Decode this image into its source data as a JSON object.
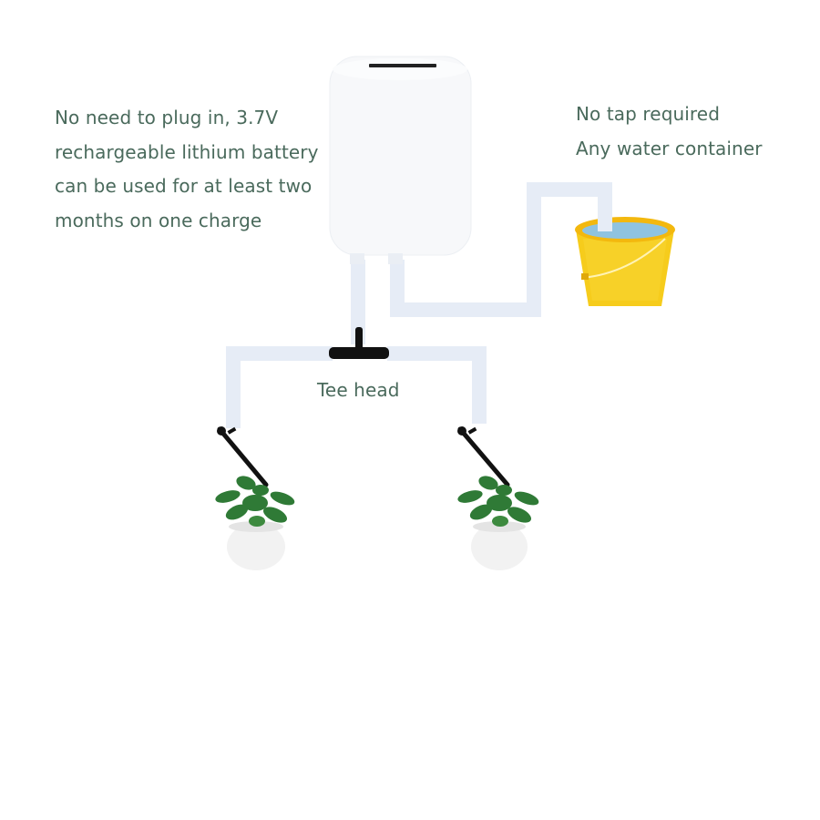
{
  "labels": {
    "battery_note": [
      "No need to plug in, 3.7V",
      "rechargeable lithium battery",
      "can be used for at least two",
      "months on one charge"
    ],
    "water_note": [
      "No tap required",
      "Any water container"
    ],
    "tee_head": "Tee head"
  },
  "components": {
    "pump_unit": "white-pump-device",
    "water_bucket": "yellow-bucket",
    "tee_connector": "black-tee-head",
    "drippers": [
      "left-dripper-stake",
      "right-dripper-stake"
    ],
    "plants": [
      "left-potted-plant",
      "right-potted-plant"
    ]
  },
  "colors": {
    "text": "#4a6a5c",
    "pipe": "#e6ecf6",
    "pump": "#f7f8fa",
    "bucket": "#f6cc1c",
    "water": "#8fc3e0",
    "leaf": "#2f7a36",
    "pot": "#f2f2f2",
    "tee": "#111111"
  }
}
